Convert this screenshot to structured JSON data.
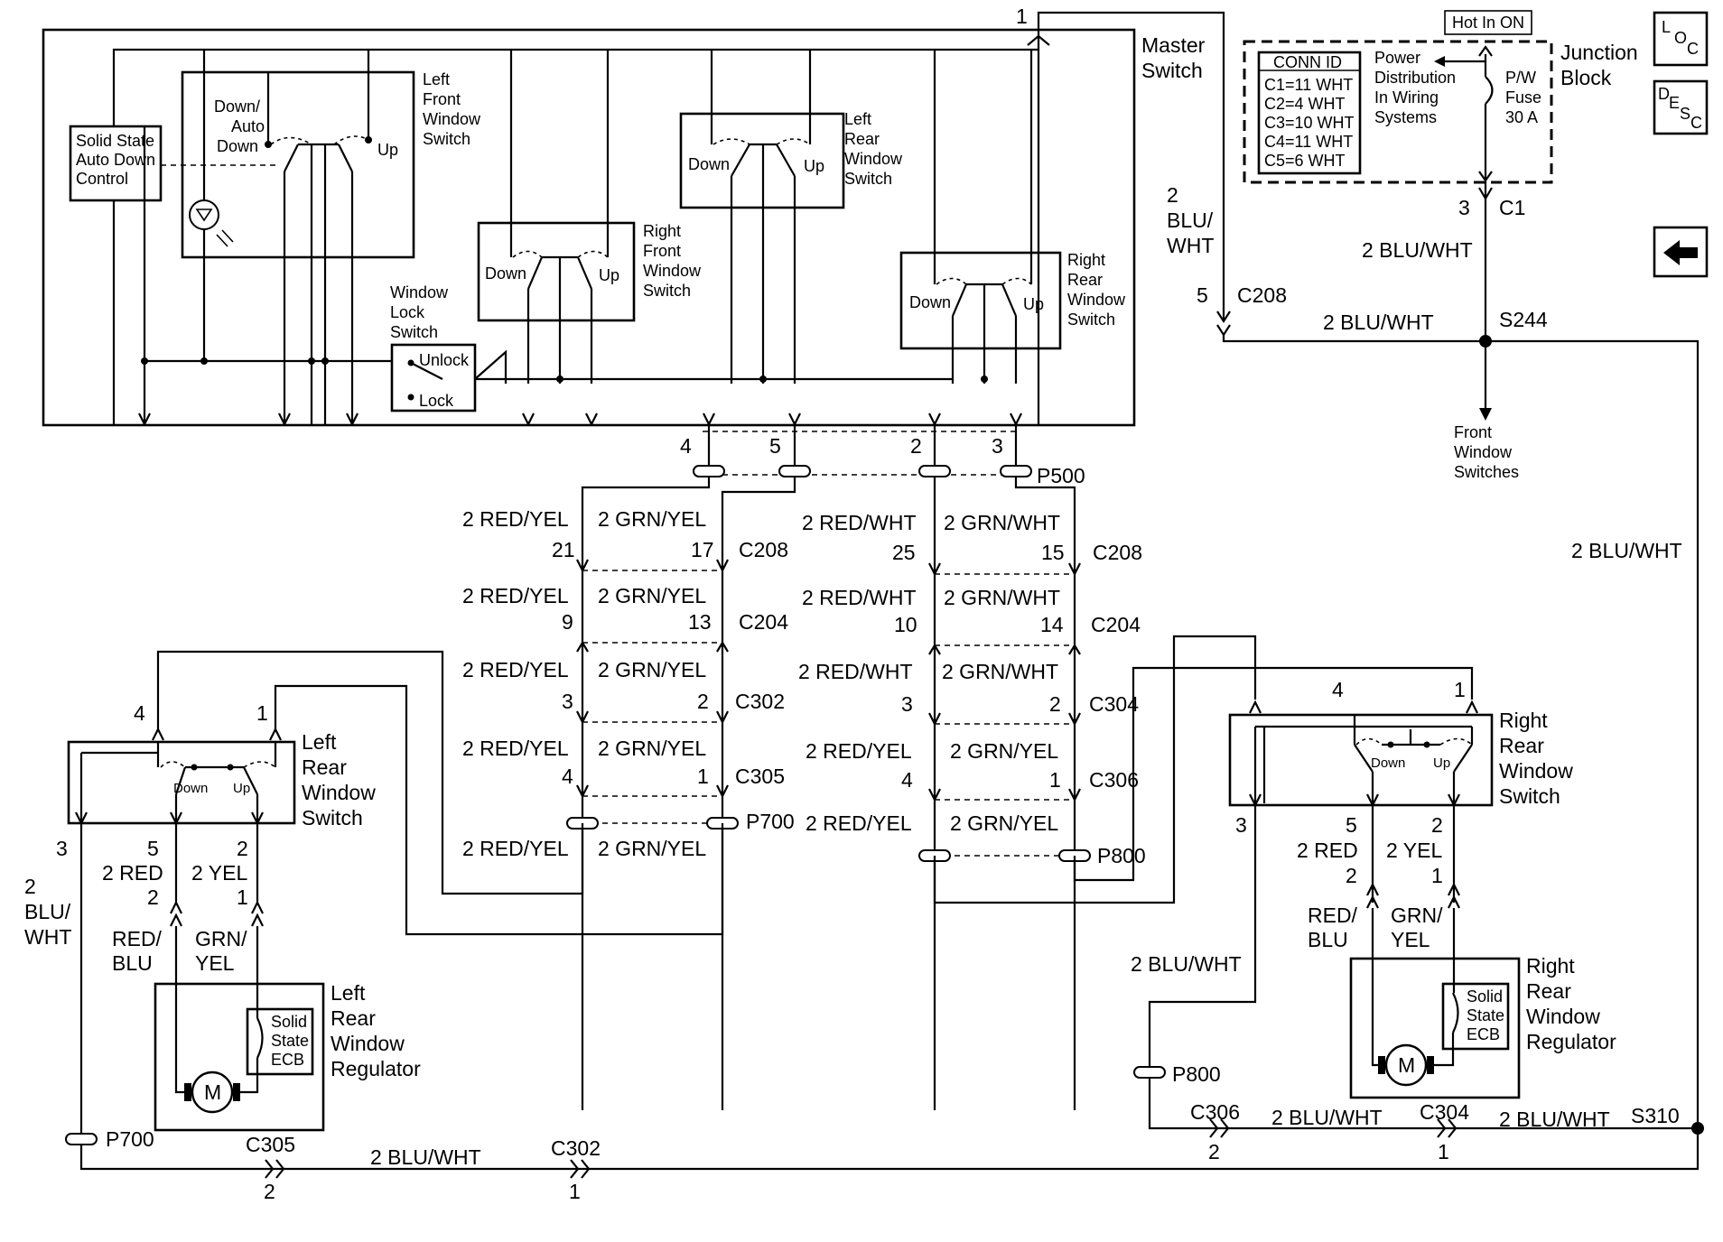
{
  "master": {
    "title_l1": "Master",
    "title_l2": "Switch",
    "solid_state": [
      "Solid State",
      "Auto Down",
      "Control"
    ],
    "lf_switch": [
      "Left",
      "Front",
      "Window",
      "Switch"
    ],
    "lf_down": [
      "Down/",
      "Auto",
      "Down"
    ],
    "lf_up": "Up",
    "lr_switch": [
      "Left",
      "Rear",
      "Window",
      "Switch"
    ],
    "rf_switch": [
      "Right",
      "Front",
      "Window",
      "Switch"
    ],
    "rr_switch": [
      "Right",
      "Rear",
      "Window",
      "Switch"
    ],
    "down": "Down",
    "up": "Up",
    "lock_switch": [
      "Window",
      "Lock",
      "Switch"
    ],
    "unlock": "Unlock",
    "lock": "Lock"
  },
  "junction": {
    "hot": "Hot In ON",
    "title": [
      "Junction",
      "Block"
    ],
    "conn_title": "CONN ID",
    "conn": [
      "C1=11 WHT",
      "C2=4 WHT",
      "C3=10 WHT",
      "C4=11 WHT",
      "C5=6 WHT"
    ],
    "power": [
      "Power",
      "Distribution",
      "In Wiring",
      "Systems"
    ],
    "fuse": [
      "P/W",
      "Fuse",
      "30 A"
    ],
    "c1_pin": "3",
    "c1": "C1"
  },
  "nav": {
    "loc": [
      "L",
      "O",
      "C"
    ],
    "desc": [
      "D",
      "E",
      "S",
      "C"
    ]
  },
  "top": {
    "pin1": "1",
    "wire_left": [
      "2",
      "BLU/",
      "WHT"
    ],
    "c208_pin": "5",
    "c208": "C208",
    "blu_wht": "2 BLU/WHT",
    "blu_wht2": "2 BLU/WHT",
    "s244": "S244",
    "front_sw": [
      "Front",
      "Window",
      "Switches"
    ],
    "right_wire": "2 BLU/WHT"
  },
  "center": {
    "p500_pins": [
      "4",
      "5",
      "2",
      "3"
    ],
    "p500": "P500",
    "red_yel": "2 RED/YEL",
    "grn_yel": "2 GRN/YEL",
    "red_wht": "2 RED/WHT",
    "grn_wht": "2 GRN/WHT",
    "c208": "C208",
    "c204": "C204",
    "c302": "C302",
    "c305": "C305",
    "c304": "C304",
    "c306": "C306",
    "l_c208": [
      "21",
      "17"
    ],
    "r_c208": [
      "25",
      "15"
    ],
    "l_c204": [
      "9",
      "13"
    ],
    "r_c204": [
      "10",
      "14"
    ],
    "l_c302": [
      "3",
      "2"
    ],
    "r_c304": [
      "3",
      "2"
    ],
    "l_c305": [
      "4",
      "1"
    ],
    "r_c306": [
      "4",
      "1"
    ],
    "p700": "P700",
    "p800": "P800"
  },
  "lr": {
    "switch": [
      "Left",
      "Rear",
      "Window",
      "Switch"
    ],
    "pins_top": [
      "4",
      "1"
    ],
    "pin3": "3",
    "w2red": "2 RED",
    "w2yel": "2 YEL",
    "pin5": "5",
    "pin2": "2",
    "c_pin2": "2",
    "c_pin1": "1",
    "redblu": [
      "RED/",
      "BLU"
    ],
    "grnyel": [
      "GRN/",
      "YEL"
    ],
    "wire": [
      "2",
      "BLU/",
      "WHT"
    ],
    "regulator": [
      "Left",
      "Rear",
      "Window",
      "Regulator"
    ],
    "ecb": [
      "Solid",
      "State",
      "ECB"
    ],
    "m": "M",
    "p700": "P700",
    "c305": "C305",
    "c305_pin": "2",
    "bottom_wire": "2 BLU/WHT",
    "c302": "C302",
    "c302_pin": "1"
  },
  "rr": {
    "switch": [
      "Right",
      "Rear",
      "Window",
      "Switch"
    ],
    "pins_top": [
      "4",
      "1"
    ],
    "pin3": "3",
    "w2red": "2 RED",
    "w2yel": "2 YEL",
    "pin5": "5",
    "pin2": "2",
    "c_pin2": "2",
    "c_pin1": "1",
    "redblu": [
      "RED/",
      "BLU"
    ],
    "grnyel": [
      "GRN/",
      "YEL"
    ],
    "wire": "2 BLU/WHT",
    "regulator": [
      "Right",
      "Rear",
      "Window",
      "Regulator"
    ],
    "ecb": [
      "Solid",
      "State",
      "ECB"
    ],
    "m": "M",
    "p800": "P800",
    "c306": "C306",
    "c306_pin": "2",
    "c304": "C304",
    "c304_pin": "1",
    "bw1": "2 BLU/WHT",
    "bw2": "2 BLU/WHT",
    "s310": "S310"
  }
}
